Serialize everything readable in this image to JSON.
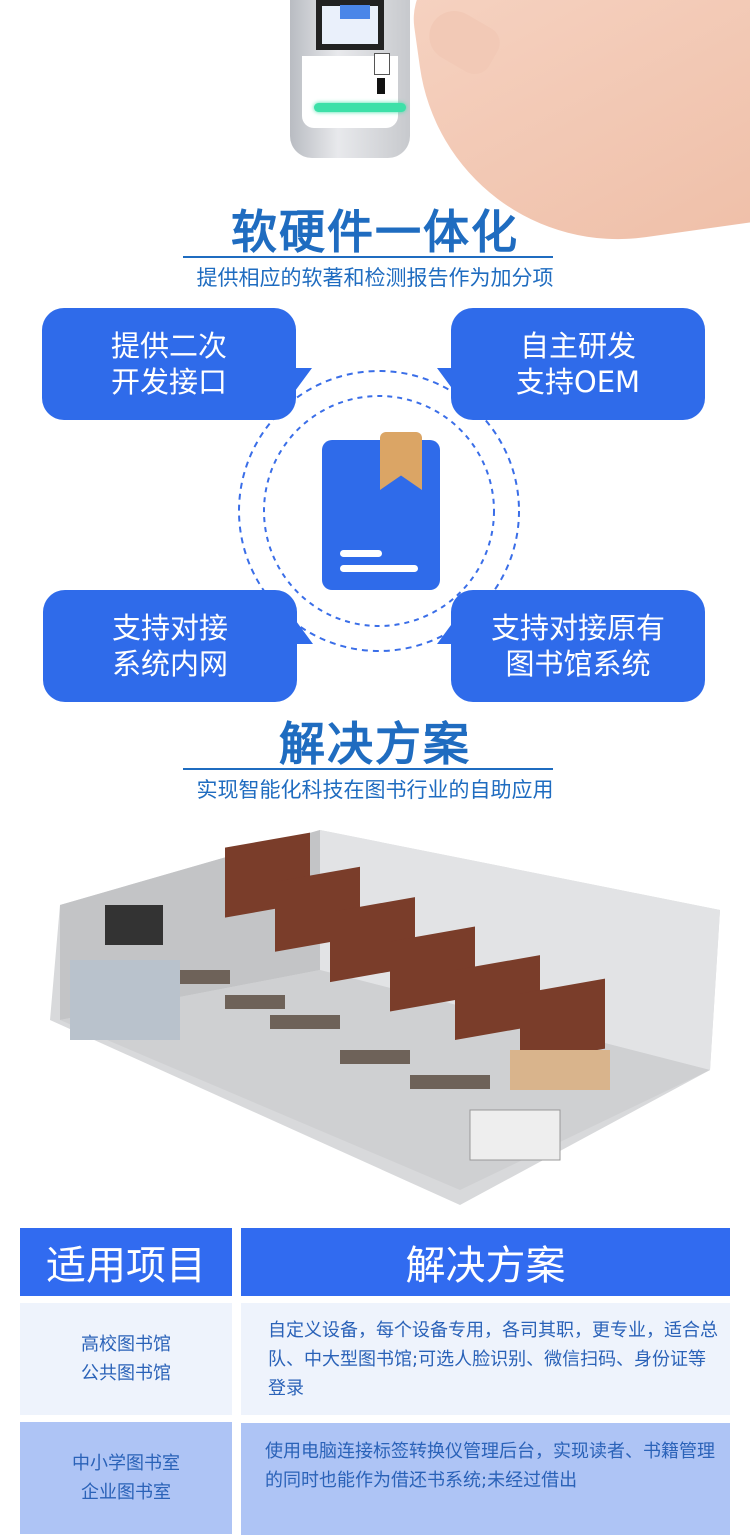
{
  "section1": {
    "title": "软硬件一体化",
    "subtitle": "提供相应的软著和检测报告作为加分项"
  },
  "features": [
    {
      "line1": "提供二次",
      "line2": "开发接口"
    },
    {
      "line1": "自主研发",
      "line2": "支持OEM"
    },
    {
      "line1": "支持对接",
      "line2": "系统内网"
    },
    {
      "line1": "支持对接原有",
      "line2": "图书馆系统"
    }
  ],
  "section2": {
    "title": "解决方案",
    "subtitle": "实现智能化科技在图书行业的自助应用"
  },
  "table": {
    "headers": [
      "适用项目",
      "解决方案"
    ],
    "rows": [
      {
        "items": [
          "高校图书馆",
          "公共图书馆"
        ],
        "solution": "自定义设备，每个设备专用，各司其职，更专业，适合总队、中大型图书馆;可选人脸识别、微信扫码、身份证等登录"
      },
      {
        "items": [
          "中小学图书室",
          "企业图书室"
        ],
        "solution": "使用电脑连接标签转换仪管理后台，实现读者、书籍管理的同时也能作为借还书系统;未经过借出"
      }
    ]
  },
  "colors": {
    "accent": "#2f6bea",
    "title": "#1f6cc0",
    "row1": "#eef3fc",
    "row2": "#aec4f5"
  }
}
